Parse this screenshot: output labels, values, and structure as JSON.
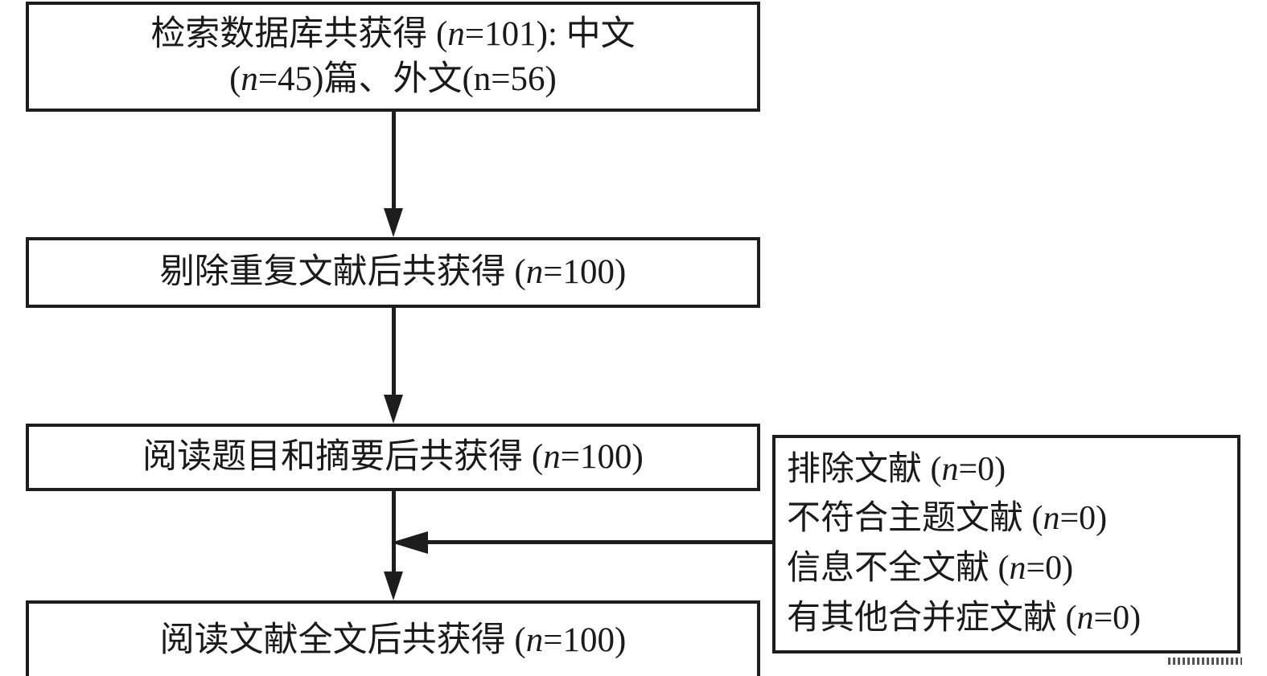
{
  "figure": {
    "type": "prisma-literature-screening-flowchart",
    "language": "zh-CN",
    "stroke_color": "#1d1d1d",
    "background_color": "#ffffff"
  },
  "boxes": {
    "search": {
      "id": "box-search",
      "lines": [
        {
          "prefix": "检索数据库共获得 (",
          "italic": "n",
          "suffix": "=101): 中文"
        },
        {
          "prefix": "(",
          "italic": "n",
          "suffix": "=45)篇、外文(n=56)"
        }
      ],
      "line_plain": [
        "检索数据库共获得 (n=101): 中文",
        "(n=45)篇、外文(n=56)"
      ],
      "count": 101,
      "chinese_records": 45,
      "foreign_records": 56
    },
    "dedup": {
      "id": "box-dedup",
      "line_plain": [
        "剔除重复文献后共获得 (n=100)"
      ],
      "prefix": "剔除重复文献后共获得 (",
      "italic": "n",
      "suffix": "=100)",
      "count": 100
    },
    "abstract": {
      "id": "box-abstract",
      "line_plain": [
        "阅读题目和摘要后共获得 (n=100)"
      ],
      "prefix": "阅读题目和摘要后共获得 (",
      "italic": "n",
      "suffix": "=100)",
      "count": 100
    },
    "fulltext": {
      "id": "box-fulltext",
      "line_plain": [
        "阅读文献全文后共获得 (n=100)"
      ],
      "prefix": "阅读文献全文后共获得 (",
      "italic": "n",
      "suffix": "=100)",
      "count": 100
    },
    "excluded": {
      "id": "box-excluded",
      "lines": [
        {
          "prefix": "排除文献 (",
          "italic": "n",
          "suffix": "=0)",
          "count": 0
        },
        {
          "prefix": "不符合主题文献 (",
          "italic": "n",
          "suffix": "=0)",
          "count": 0
        },
        {
          "prefix": "信息不全文献 (",
          "italic": "n",
          "suffix": "=0)",
          "count": 0
        },
        {
          "prefix": "有其他合并症文献 (",
          "italic": "n",
          "suffix": "=0)",
          "count": 0
        }
      ],
      "line_plain": [
        "排除文献 (n=0)",
        "不符合主题文献 (n=0)",
        "信息不全文献 (n=0)",
        "有其他合并症文献 (n=0)"
      ]
    }
  },
  "connectors": [
    {
      "name": "search-to-dedup",
      "from": "box-search",
      "to": "box-dedup",
      "direction": "down"
    },
    {
      "name": "dedup-to-abstract",
      "from": "box-dedup",
      "to": "box-abstract",
      "direction": "down"
    },
    {
      "name": "abstract-to-fulltext",
      "from": "box-abstract",
      "to": "box-fulltext",
      "direction": "down"
    },
    {
      "name": "excluded-to-spine",
      "from": "box-excluded",
      "to": "spine",
      "direction": "left"
    }
  ]
}
